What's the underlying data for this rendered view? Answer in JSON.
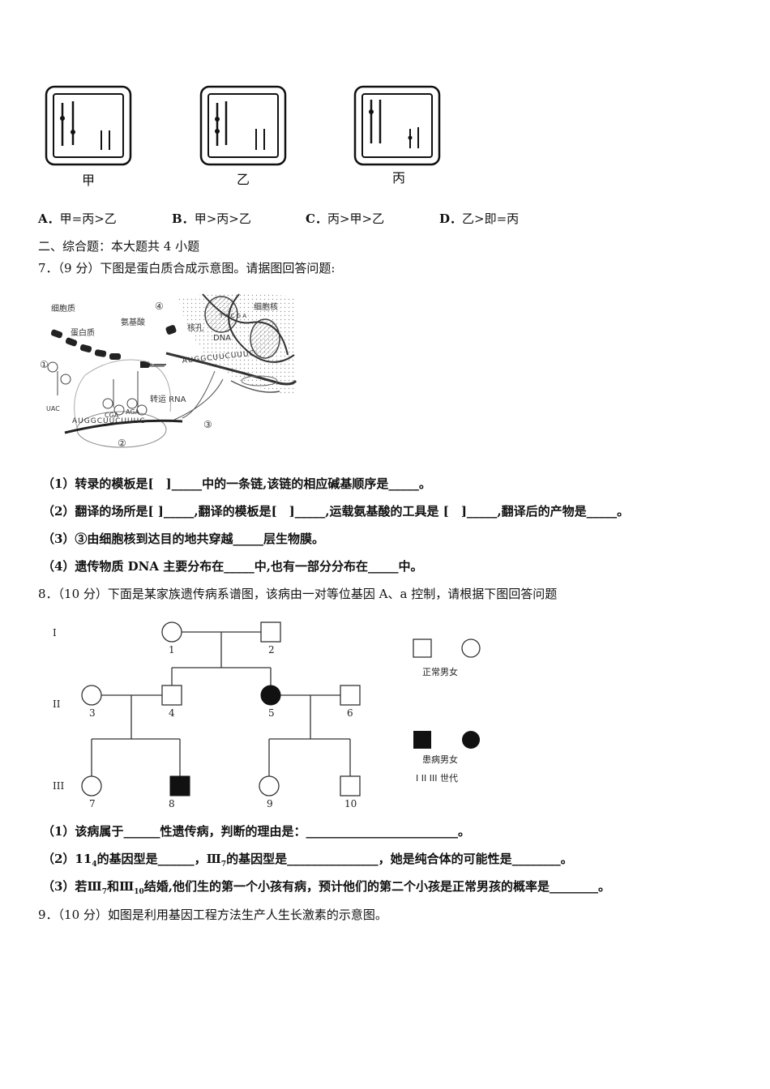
{
  "q6": {
    "captions": [
      "甲",
      "乙",
      "丙"
    ],
    "options": [
      {
        "letter": "A．",
        "text": "甲=丙>乙"
      },
      {
        "letter": "B．",
        "text": "甲>丙>乙"
      },
      {
        "letter": "C．",
        "text": "丙>甲>乙"
      },
      {
        "letter": "D．",
        "text": "乙>即=丙"
      }
    ]
  },
  "section2": "二、综合题：本大题共 4 小题",
  "q7": {
    "stem": "7．（9 分）下图是蛋白质合成示意图。请据图回答问题:",
    "diagram": {
      "cytoplasm": "细胞质",
      "protein": "蛋白质",
      "amino_acid": "氨基酸",
      "nucleus": "细胞核",
      "pore": "核孔",
      "dna": "DNA",
      "trna": "转运 RNA",
      "m1": "①",
      "m2": "②",
      "m3": "③",
      "m4": "④",
      "mrna_seq": "AUGGCUUCUUUC",
      "mrna_seq2": "AUGGCUUCUUUC",
      "anticodon1": "UAC",
      "anticodon2": "CGA",
      "anticodon3": "AGA",
      "dna_letters": "T A C G A"
    },
    "sub1": "（1）转录的模板是[　]_____中的一条链,该链的相应碱基顺序是_____。",
    "sub2": "（2）翻译的场所是[ ]_____,翻译的模板是[　]_____,运载氨基酸的工具是 [　]_____,翻译后的产物是_____。",
    "sub3": "（3）③由细胞核到达目的地共穿越_____层生物膜。",
    "sub4": "（4）遗传物质 DNA 主要分布在_____中,也有一部分分布在_____中。"
  },
  "q8": {
    "stem": "8．（10 分）下面是某家族遗传病系谱图，该病由一对等位基因 A、a 控制，请根据下图回答问题",
    "generations": [
      "I",
      "II",
      "III"
    ],
    "individuals": [
      "1",
      "2",
      "3",
      "4",
      "5",
      "6",
      "7",
      "8",
      "9",
      "10"
    ],
    "legend_normal": "正常男女",
    "legend_affected": "患病男女",
    "legend_gen": "I  II  III 世代",
    "sub1": "（1）该病属于______性遗传病，判断的理由是：_________________________。",
    "sub2_pre": "（2）11",
    "sub2_sub": "4",
    "sub2_mid": "的基因型是______，Ⅲ",
    "sub2_sub2": "7",
    "sub2_post": "的基因型是_______________，她是纯合体的可能性是________。",
    "sub3_pre": "（3）若Ⅲ",
    "sub3_sub1": "7",
    "sub3_mid": "和Ⅲ",
    "sub3_sub2": "10",
    "sub3_post": "结婚,他们生的第一个小孩有病，预计他们的第二个小孩是正常男孩的概率是________。"
  },
  "q9": {
    "stem": "9．（10 分）如图是利用基因工程方法生产人生长激素的示意图。"
  }
}
